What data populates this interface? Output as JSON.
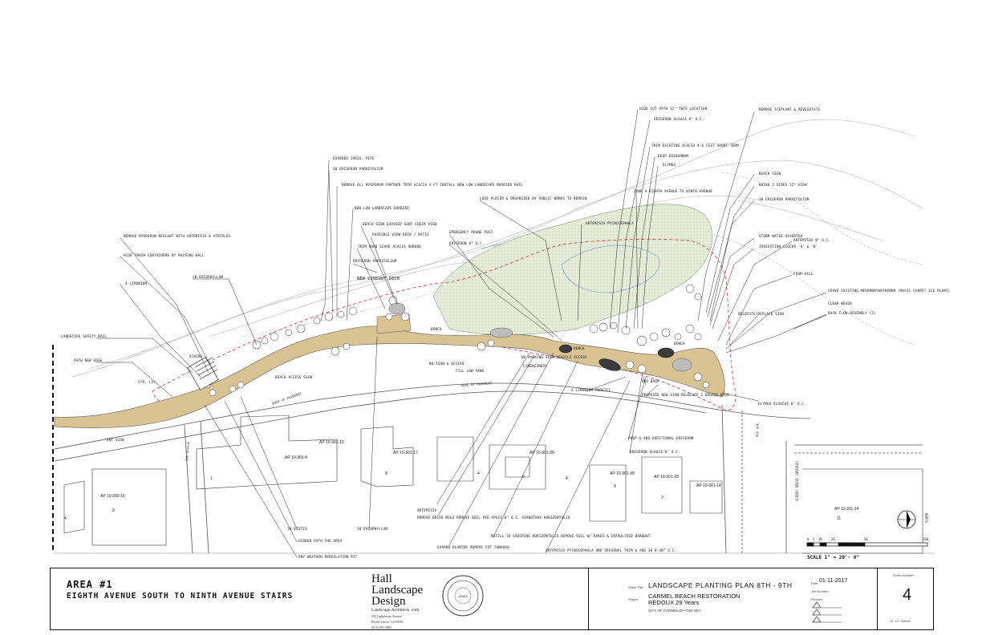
{
  "title_block": {
    "area_title": "AREA #1",
    "area_subtitle": "EIGHTH AVENUE SOUTH TO NINTH AVENUE STAIRS",
    "firm_line1": "Hall",
    "firm_line2a": "Landscape",
    "firm_line2b": "Design",
    "firm_tagline": "Landscape Architects .com",
    "firm_address1": "592 Lighthouse Avenue",
    "firm_address2": "Pacific Grove, Ca 93950",
    "firm_phone": "(831) 655-3800",
    "seal_text": "LICENSED LANDSCAPE ARCHITECT",
    "seal_number": "#2683",
    "sheet_title_label": "Sheet Title",
    "sheet_title": "LANDSCAPE PLANTING PLAN 8TH - 9TH",
    "project_label": "Project",
    "project_name": "CARMEL BEACH RESTORATION",
    "project_sub": "REDOUX 29 Years",
    "city": "CITY OF CARMEL-BY-THE-SEA",
    "date_label": "Date",
    "date": "01-11-2017",
    "job_number_label": "Job Number",
    "revised_label": "Revised",
    "sheet_number_label": "Sheet Number",
    "sheet_number": "4",
    "of_label": "Of",
    "total_sheets": "12",
    "sheets_label": "Sheets"
  },
  "scale": {
    "label": "SCALE 1\" = 20'- 0\"",
    "ticks": [
      "0",
      "5",
      "10",
      "20",
      "50",
      "100"
    ]
  },
  "north_label": "NORTH",
  "streets": {
    "ninth_ave": "9th Avenue",
    "eighth_ave": "8th AVE.",
    "edge_pavement_1": "EDGE OF PAVEMENT",
    "edge_pavement_2": "EDGE OF PAVEMENT",
    "scenic_road": "SCENIC DRIVE (BRIDGE)"
  },
  "parcels": [
    {
      "ap": "AP 10-302-15",
      "lot": "3"
    },
    {
      "ap": "AP 10-301-9",
      "lot": "1"
    },
    {
      "ap": "AP 10-301-10",
      "lot": ""
    },
    {
      "ap": "AP 10-301-17",
      "lot": "8"
    },
    {
      "ap": "AP 10-301-25",
      "lot": "5"
    },
    {
      "ap": "AP 10-301-30",
      "lot": "3"
    },
    {
      "ap": "AP 10-301-29",
      "lot": "2"
    },
    {
      "ap": "AP 10-301-14",
      "lot": ""
    },
    {
      "ap": "AP 10-311-14",
      "lot": "11"
    }
  ],
  "lot_numbers": [
    "4",
    "4",
    "4"
  ],
  "site_labels": {
    "lookout": "NEW LOOKOUT DECK",
    "bench1": "BENCH",
    "bench2": "BENCH",
    "bench3": "BENCH",
    "beach_access": "BEACH ACCESS SIGN",
    "fill_sand": "FILL LOW SAND",
    "no_parking": "NO PARKING SIGN VEHICLE ACCESS",
    "lindheim": "LINDHEIMERI",
    "sign_access": "NO SIGN & ACCESS",
    "stairs": "STAIRS",
    "cyp": "CYP. (3)"
  },
  "callouts": [
    "LANDSCAPE SAFETY RAIL",
    "PATH NEW EDGE",
    "REMOVE MYOPORUM REPLANT WITH ARTEMISIA & ATRIPLEX",
    "HIDE TRASH CONTAINERS BY RAISING WALL",
    "4 LIMONIUM",
    "30 ERIOPHYLLUM",
    "EXPOSED IRRIG. PIPE",
    "30 ERIGERON PARVIFOLIUM",
    "REMOVE ALL MYOPORUM FURTHER TRIM ACACIA 4-FT INSTALL NEW LOW LANDSCAPE BARRIER RAIL",
    "NEW LOW LANDSCAPE BARRIER",
    "BEACH SIGN EXPOSED SURF CHECK VIEW",
    "POSSIBLE VIEW DECK / PATIO",
    "TRIM HARD SCAPE ACACIA SHRUBS",
    "ERIGERON PARVIFOLIUM",
    "EMERGENCY PHONE POST",
    "ERIGERON 8\" O.C.",
    "LOGS PLACED & ORGANIZED BY PUBLIC WORKS TO REMAIN",
    "ARTEMISIA PYCNOCEPHALA",
    "HIDE CUT PATH 12\" THIS LOCATION",
    "ERIGERON GLAUCA 8\" O.C.",
    "TRIM EXISTING ACACIA 4-6 FEET SHORT TERM",
    "DEEP ERIOGONUM",
    "ELYMUS",
    "ZONE A EIGHTH AVENUE TO NINTH AVENUE",
    "REMOVE ICEPLANT & REVEGETATE",
    "BEACH SIGN",
    "RAISE 2 SIDES 12\" HIGH",
    "30 ERIGERON PARVIFOLIUM",
    "STORM WATER DIVERTED",
    "IRRIGATION CLOCKS 'A' & 'B'",
    "ARTEMISIA 8\" O.C.",
    "FROM HILL",
    "LEAVE EXISTING MESEMBRYANTHEMUM (MAGIC CARPET ICE PLANT)",
    "CLEAR WEEDS",
    "BACK FLOW ASSEMBLY (2)",
    "RELOCATE/REPLACE SIGN",
    "DOG BAGS",
    "PROPOSED NEW SIGN RELOCATE 2 DOGGIE BAGS",
    "ELYMUS GLAUCUS 8\" O.C.",
    "PREP & ADD ADDITIONAL ERIGERON",
    "ERIGERON GLAUCA 8\" O.C.",
    "4 LIMONIUM PEREZII",
    "ARTEMISIA PYCNOCEPHALA ONE SEASONAL TRIM & ADD 30 8-30\" O.C.",
    "REFILL 18 CREEPING HORIZONTALIS REMOVE SOIL W/ RAKES & INTROLICED BARBOUT",
    "EXPAND PLANTER REMOVE CUT THROUGH",
    "ARTEMISIA",
    "REMOVE DRIED MOLD REMOVE SOIL PER SPECS 8\" O.C. CEANOTHUS HORIZONTALIS",
    "30 ERIOPHYLLUM",
    "30 DISTIS",
    "HIDDEN PATH THE AREA",
    "DRY WEATHER PERCOLATION PIT",
    "ENT SIGN"
  ]
}
